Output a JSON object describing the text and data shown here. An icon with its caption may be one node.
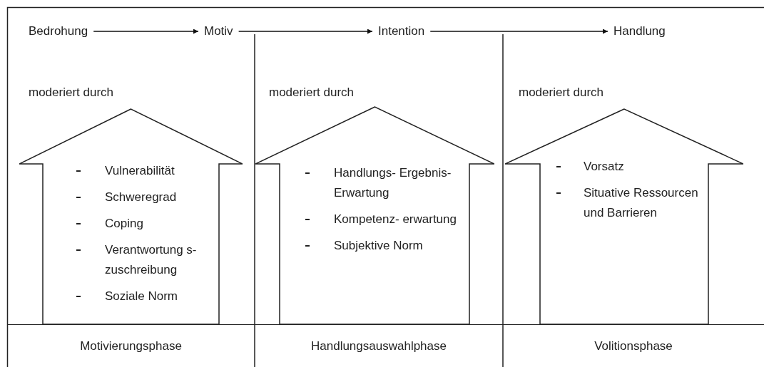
{
  "diagram": {
    "nodes": [
      {
        "text": [
          "Bedrohung"
        ]
      },
      {
        "text": [
          "Motiv"
        ]
      },
      {
        "text": [
          "Intention"
        ]
      },
      {
        "text": [
          "Handlung"
        ]
      },
      {
        "text": [
          "Vulnerabilität",
          "Schweregrad",
          "Coping",
          "Verantwortung s-zuschreibung",
          "Soziale Norm"
        ]
      },
      {
        "text": [
          "Handlungs- Ergebnis- Erwartung",
          "Kompetenz- erwartung",
          "Subjektive Norm"
        ]
      },
      {
        "text": [
          "Vorsatz",
          "Situative Ressourcen und Barrieren"
        ]
      },
      {
        "text": [
          "Motivierungsphase"
        ]
      },
      {
        "text": [
          "Handlungsauswahlphase"
        ]
      },
      {
        "text": [
          "Volitionsphase"
        ]
      }
    ],
    "edges": [
      {
        "from": 0,
        "to": 1,
        "arrow": "to"
      },
      {
        "from": 1,
        "to": 2,
        "arrow": "to"
      },
      {
        "from": 2,
        "to": 3,
        "arrow": "to"
      }
    ],
    "labels": [
      "moderiert durch",
      "moderiert durch",
      "moderiert durch"
    ]
  }
}
